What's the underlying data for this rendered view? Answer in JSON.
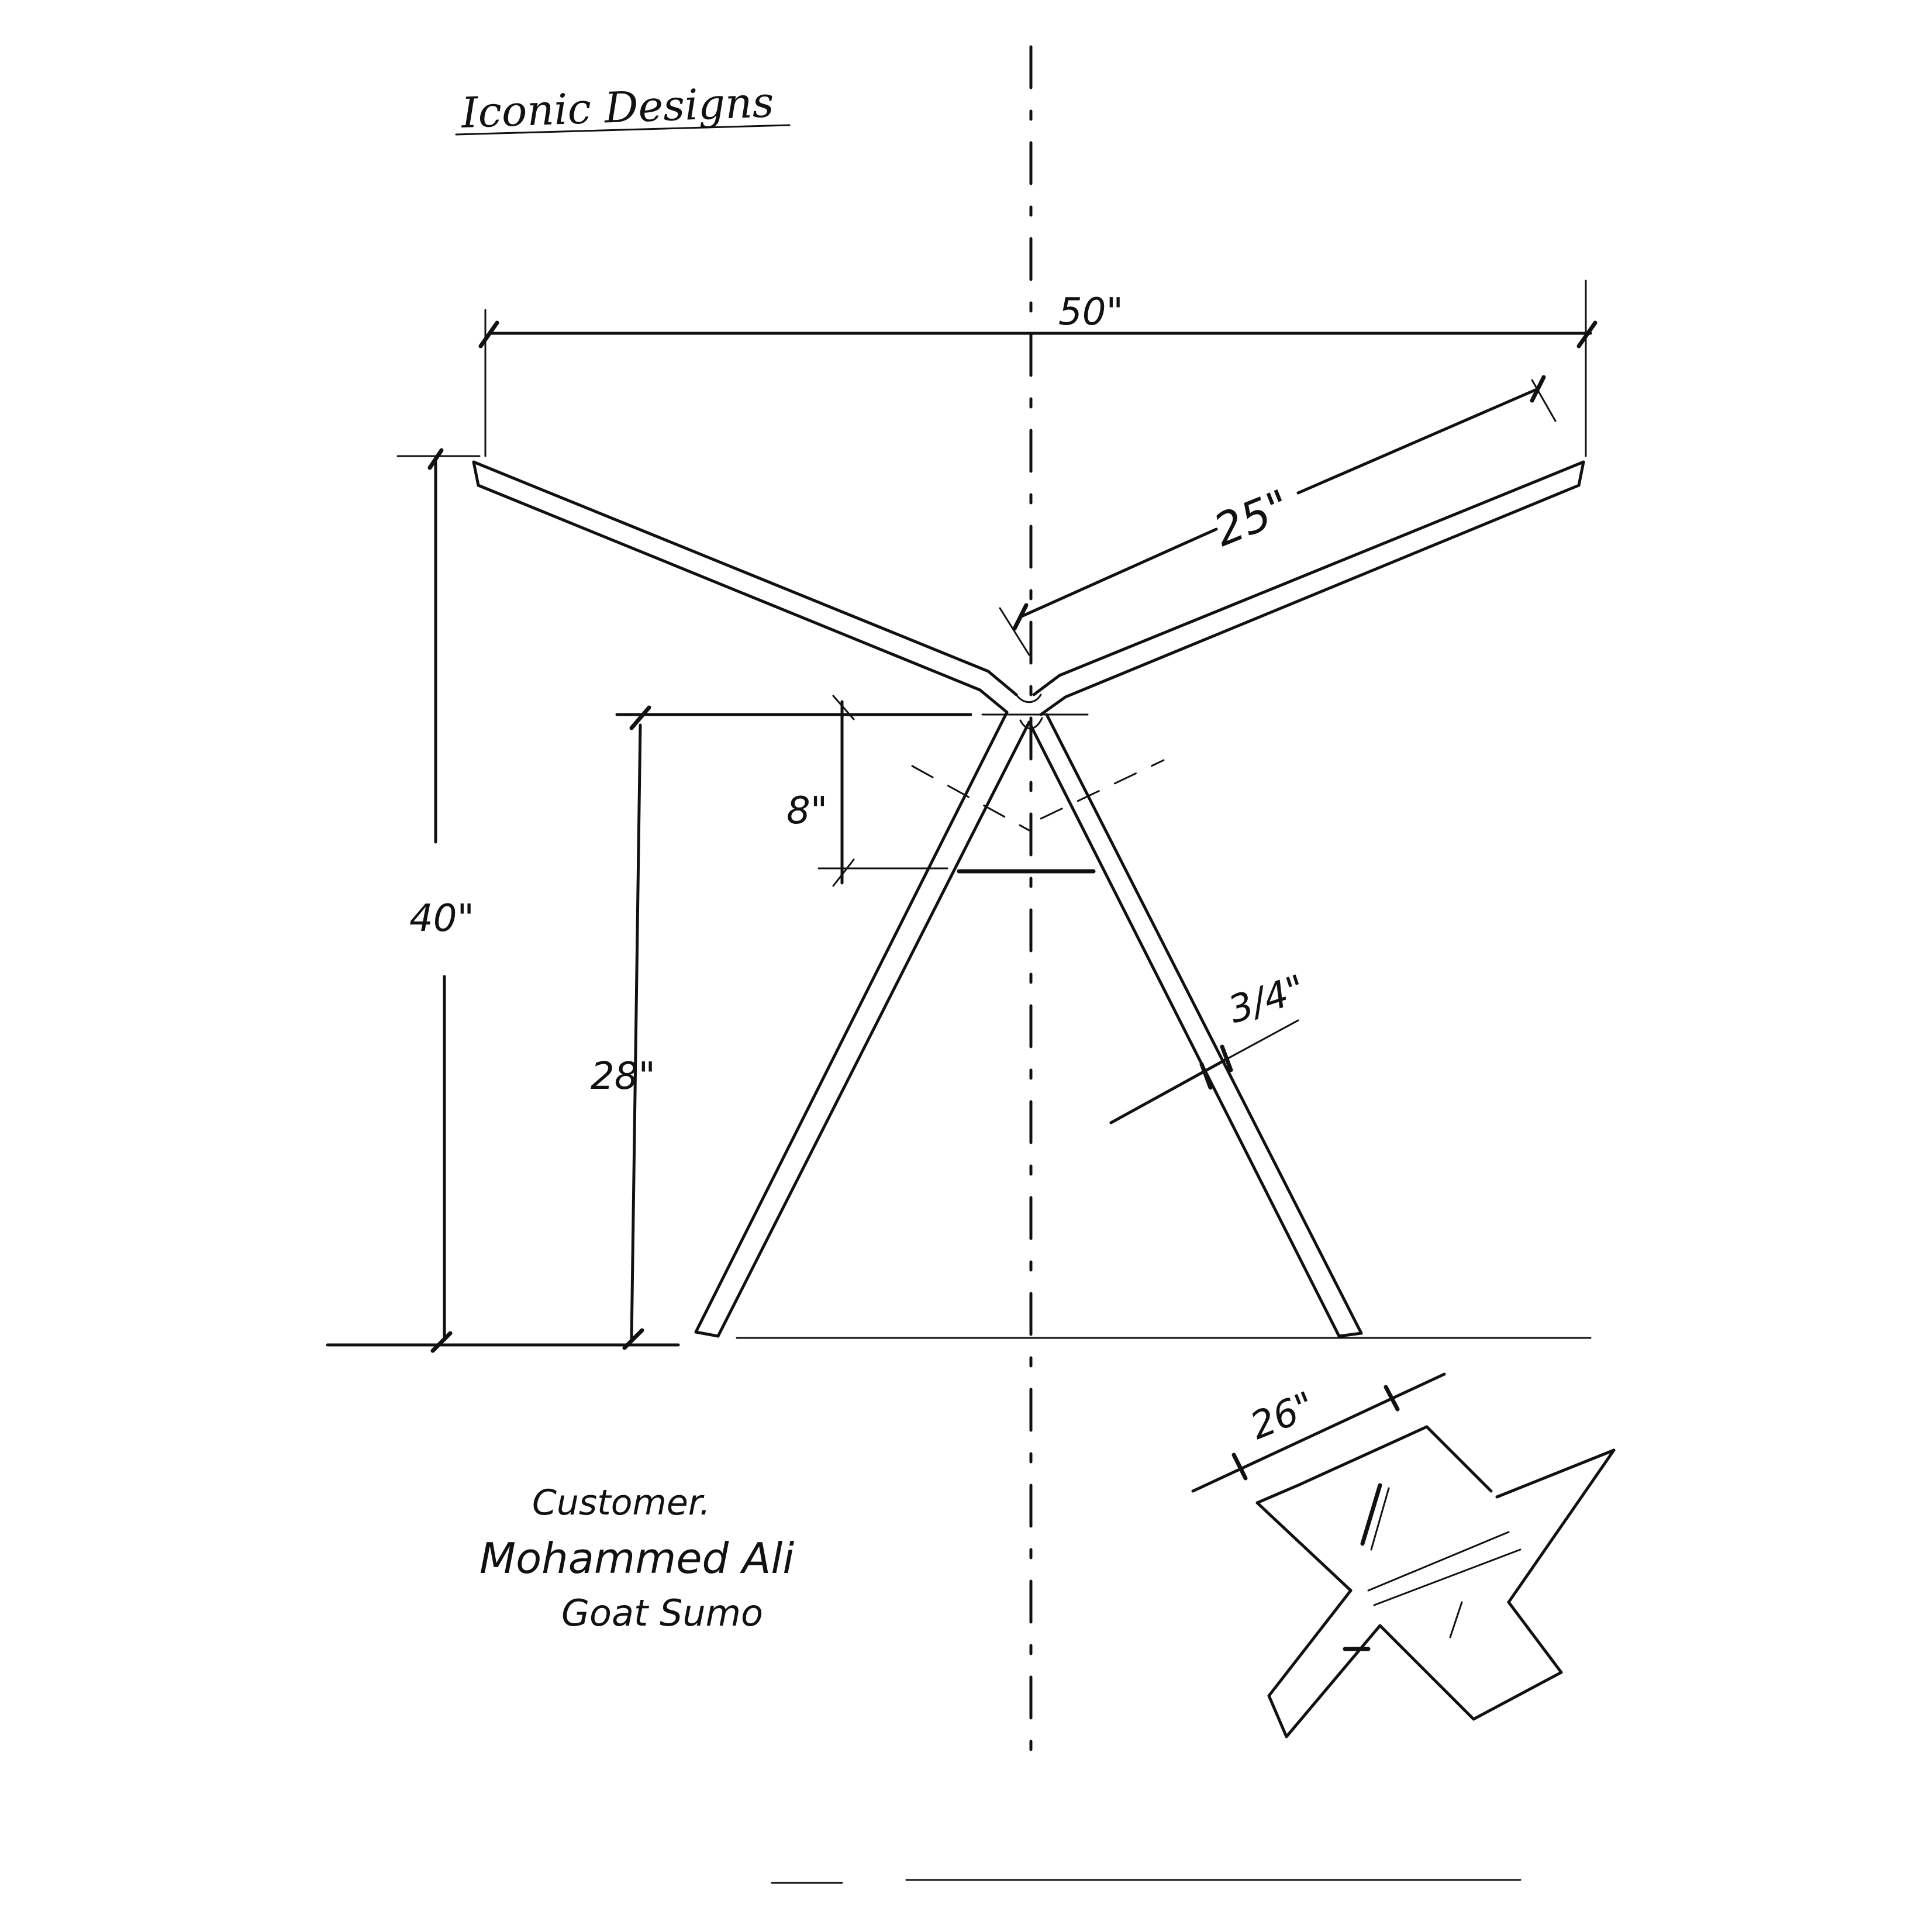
{
  "title": "Iconic Designs",
  "dimensions": {
    "top_width": "50\"",
    "arm_length": "25\"",
    "total_height": "40\"",
    "leg_height": "28\"",
    "bend_drop": "8\"",
    "bar_thickness": "3/4\"",
    "top_view_width": "26\""
  },
  "customer": {
    "label": "Customer.",
    "name": "Mohammed Ali",
    "project": "Goat Sumo"
  },
  "colors": {
    "ink": "#111111",
    "paper": "#ffffff"
  }
}
